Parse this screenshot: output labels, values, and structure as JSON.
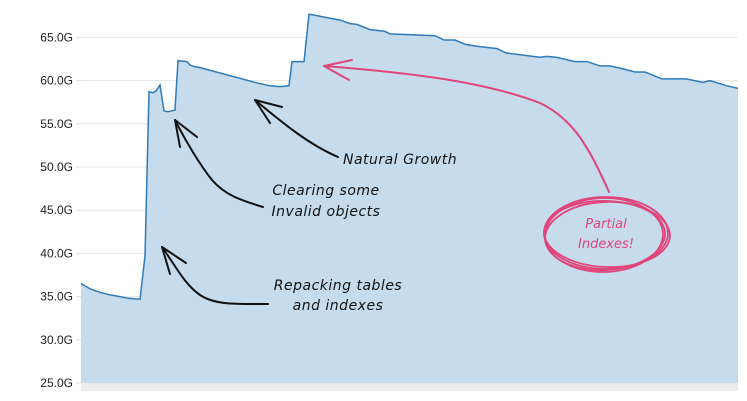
{
  "chart_data": {
    "type": "area",
    "title": "",
    "xlabel": "",
    "ylabel": "",
    "ylim": [
      25,
      67.7
    ],
    "y_unit": "G",
    "grid": true,
    "legend": "none",
    "y_ticks": [
      "25.0G",
      "30.0G",
      "35.0G",
      "40.0G",
      "45.0G",
      "50.0G",
      "55.0G",
      "60.0G",
      "65.0G"
    ],
    "y_tick_values": [
      25,
      30,
      35,
      40,
      45,
      50,
      55,
      60,
      65
    ],
    "series": [
      {
        "name": "size",
        "color": "#2f7bb8",
        "fill": "#c6dcec",
        "x": [
          0,
          9,
          19,
          29,
          39,
          47,
          59,
          64,
          68,
          72,
          75,
          79,
          83,
          87,
          91,
          94,
          97,
          106,
          109,
          114,
          119,
          177,
          189,
          199,
          208,
          211,
          223,
          228,
          259,
          269,
          276,
          289,
          304,
          309,
          354,
          363,
          374,
          384,
          394,
          416,
          425,
          459,
          466,
          475,
          494,
          506,
          519,
          529,
          544,
          554,
          564,
          581,
          605,
          622,
          629,
          646,
          657
        ],
        "values": [
          36.5,
          35.9,
          35.5,
          35.2,
          35.0,
          34.8,
          34.7,
          39.7,
          58.7,
          58.6,
          58.8,
          59.5,
          56.5,
          56.4,
          56.5,
          56.6,
          62.3,
          62.2,
          61.8,
          61.6,
          61.5,
          59.7,
          59.4,
          59.3,
          59.4,
          62.2,
          62.2,
          67.7,
          67.0,
          66.6,
          66.5,
          65.9,
          65.7,
          65.4,
          65.2,
          64.7,
          64.7,
          64.2,
          64.0,
          63.7,
          63.2,
          62.7,
          62.8,
          62.7,
          62.2,
          62.2,
          61.7,
          61.7,
          61.3,
          61.0,
          61.0,
          60.2,
          60.2,
          59.8,
          60.0,
          59.4,
          59.1
        ]
      }
    ],
    "annotations": [
      {
        "id": "natural-growth",
        "lines": [
          "Natural Growth"
        ],
        "color": "#111111"
      },
      {
        "id": "clearing",
        "lines": [
          "Clearing some",
          "Invalid objects"
        ],
        "color": "#111111"
      },
      {
        "id": "repacking",
        "lines": [
          "Repacking tables",
          "and indexes"
        ],
        "color": "#111111"
      },
      {
        "id": "partial-indexes",
        "lines": [
          "Partial",
          "Indexes!"
        ],
        "color": "#e0457b"
      }
    ]
  }
}
